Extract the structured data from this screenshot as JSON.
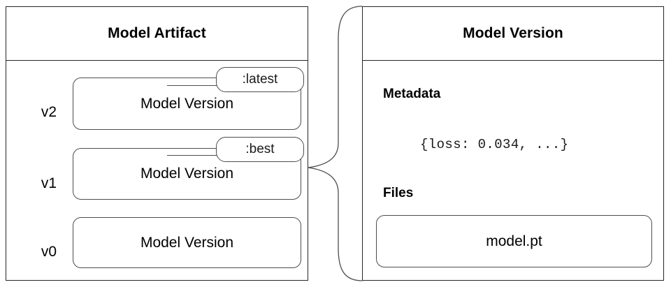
{
  "diagram": {
    "title_semantic": "model-artifact-to-model-version",
    "stroke_color": "#4d4d4d",
    "panel_border_color": "#262626",
    "background": "#ffffff"
  },
  "artifact_panel": {
    "title": "Model Artifact",
    "versions": [
      {
        "label": "v2",
        "box_label": "Model Version",
        "alias": ":latest"
      },
      {
        "label": "v1",
        "box_label": "Model Version",
        "alias": ":best"
      },
      {
        "label": "v0",
        "box_label": "Model Version",
        "alias": ""
      }
    ]
  },
  "version_panel": {
    "title": "Model Version",
    "metadata": {
      "heading": "Metadata",
      "value": "{loss: 0.034, ...}"
    },
    "files": {
      "heading": "Files",
      "items": [
        {
          "name": "model.pt"
        }
      ]
    }
  }
}
